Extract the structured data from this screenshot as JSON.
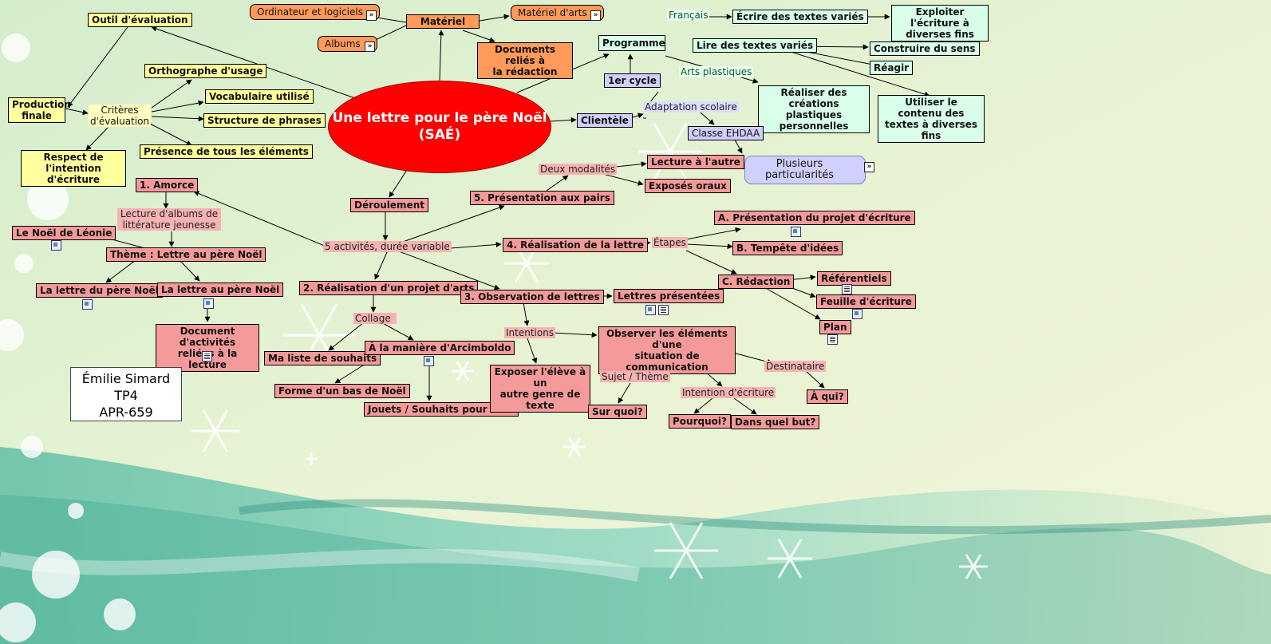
{
  "map": {
    "title": "Une lettre pour le père Noël\n(SAÉ)",
    "colors": {
      "central": "#ff0000",
      "evaluation": "#ffff9e",
      "programme": "#d9ffe8",
      "deroulement": "#f59a9a",
      "materiel": "#ff9a5a",
      "clientele": "#cfcfff"
    },
    "evaluation": {
      "outil": "Outil d'évaluation",
      "production": "Production\nfinale",
      "criteres": "Critères\nd'évaluation",
      "orthographe": "Orthographe d'usage",
      "vocabulaire": "Vocabulaire utilisé",
      "structure": "Structure de phrases",
      "presence": "Présence de tous les éléments",
      "respect": "Respect de l'intention\nd'écriture"
    },
    "materiel": {
      "label": "Matériel",
      "ordinateur": "Ordinateur et logiciels",
      "albums": "Albums",
      "arts": "Matériel d'arts",
      "documents": "Documents reliés à\nla rédaction"
    },
    "programme": {
      "label": "Programme",
      "francais": "Français",
      "ecrire": "Écrire des textes variés",
      "exploiter": "Exploiter l'écriture à\ndiverses fins",
      "lire": "Lire des textes variés",
      "construire": "Construire du sens",
      "reagir": "Réagir",
      "utiliser": "Utiliser le contenu des\ntextes à diverses fins",
      "arts_plastiques": "Arts plastiques",
      "realiser": "Réaliser des créations\nplastiques personnelles",
      "cycle": "1er cycle"
    },
    "clientele": {
      "label": "Clientèle",
      "adaptation": "Adaptation scolaire",
      "classe": "Classe EHDAA",
      "particularites": "Plusieurs particularités"
    },
    "deroulement": {
      "label": "Déroulement",
      "activites": "5 activités, durée variable",
      "amorce": "1. Amorce",
      "lecture_albums": "Lecture d'albums de\nlittérature jeunesse",
      "noel_leonie": "Le Noël de Léonie",
      "theme": "Thème : Lettre au père Noël",
      "lettre_du": "La lettre du père Noël",
      "lettre_au": "La lettre au père Noël",
      "document_activites": "Document d'activités\nreliées à la lecture",
      "projet_arts": "2. Réalisation d'un projet d'arts",
      "collage": "Collage",
      "souhaits": "Ma liste de souhaits",
      "arcimboldo": "À la manière d'Arcimboldo",
      "bas_noel": "Forme d'un bas de Noël",
      "jouets": "Jouets / Souhaits pour Noël",
      "observation": "3. Observation de lettres",
      "lettres_presentees": "Lettres présentées",
      "intentions": "Intentions",
      "exposer": "Exposer l'élève à un\nautre genre de texte",
      "observer": "Observer les éléments d'une\nsituation de communication",
      "sujet": "Sujet / Thème",
      "sur_quoi": "Sur quoi?",
      "intention_ecriture": "Intention d'écriture",
      "pourquoi": "Pourquoi?",
      "dans_quel_but": "Dans quel but?",
      "destinataire": "Destinataire",
      "a_qui": "À qui?",
      "realisation_lettre": "4. Réalisation de la lettre",
      "etapes": "Étapes",
      "presentation_projet": "A. Présentation du projet d'écriture",
      "tempete": "B. Tempête d'idées",
      "redaction": "C. Rédaction",
      "referentiels": "Référentiels",
      "feuille": "Feuille d'écriture",
      "plan": "Plan",
      "presentation_pairs": "5. Présentation aux pairs",
      "modalites": "Deux modalités",
      "lecture_autre": "Lecture à l'autre",
      "exposes": "Exposés oraux"
    },
    "author": {
      "name": "Émilie Simard",
      "tp": "TP4",
      "course": "APR-659"
    }
  }
}
